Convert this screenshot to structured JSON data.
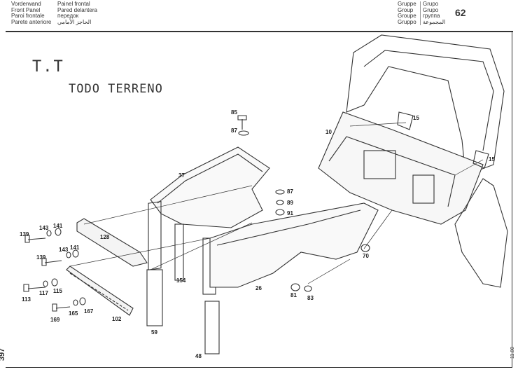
{
  "header": {
    "left_col1": [
      "Vorderwand",
      "Front Panel",
      "Paroi frontale",
      "Parete anteriore"
    ],
    "left_col2": [
      "Painel frontal",
      "Pared delantera",
      "передок",
      "الحاجز الأمامي"
    ],
    "group_labels": [
      "Gruppe",
      "Group",
      "Groupe",
      "Gruppo"
    ],
    "group_values": [
      "Grupo",
      "Grupo",
      "группа",
      "المجموعة"
    ],
    "group_number": "62"
  },
  "title": {
    "line1": "T.T",
    "line2": "TODO TERRENO"
  },
  "page_number": "397",
  "side_code": "11.80",
  "callouts": [
    "85",
    "87",
    "37",
    "87",
    "89",
    "91",
    "139",
    "143",
    "141",
    "128",
    "143",
    "141",
    "139",
    "154",
    "113",
    "117",
    "115",
    "102",
    "169",
    "165",
    "167",
    "59",
    "48",
    "26",
    "81",
    "83",
    "70",
    "10",
    "15",
    "15"
  ]
}
